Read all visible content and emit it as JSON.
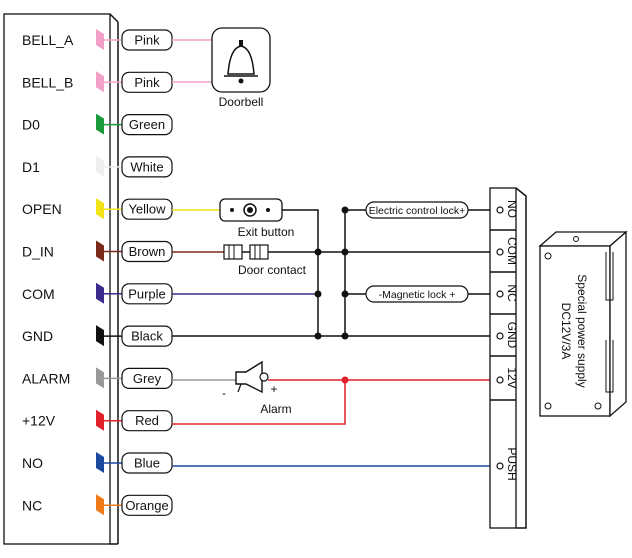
{
  "pins": [
    {
      "pin": "BELL_A",
      "wire": "Pink",
      "color": "#f2a0c8"
    },
    {
      "pin": "BELL_B",
      "wire": "Pink",
      "color": "#f2a0c8"
    },
    {
      "pin": "D0",
      "wire": "Green",
      "color": "#1a9a3a"
    },
    {
      "pin": "D1",
      "wire": "White",
      "color": "#eeeeee"
    },
    {
      "pin": "OPEN",
      "wire": "Yellow",
      "color": "#f2e21a"
    },
    {
      "pin": "D_IN",
      "wire": "Brown",
      "color": "#7a2a1a"
    },
    {
      "pin": "COM",
      "wire": "Purple",
      "color": "#3a2a8a"
    },
    {
      "pin": "GND",
      "wire": "Black",
      "color": "#111111"
    },
    {
      "pin": "ALARM",
      "wire": "Grey",
      "color": "#999999"
    },
    {
      "pin": "+12V",
      "wire": "Red",
      "color": "#e0202a"
    },
    {
      "pin": "NO",
      "wire": "Blue",
      "color": "#1a4aa0"
    },
    {
      "pin": "NC",
      "wire": "Orange",
      "color": "#f07a1a"
    }
  ],
  "labels": {
    "doorbell": "Doorbell",
    "exit_button": "Exit button",
    "door_contact": "Door contact",
    "alarm": "Alarm",
    "alarm_minus": "-",
    "alarm_plus": "+",
    "electric_lock": "Electric control lock+",
    "magnetic_lock": "-Magnetic lock +"
  },
  "terminals": [
    "NO",
    "COM",
    "NC",
    "GND",
    "12V",
    "PUSH"
  ],
  "power_supply": {
    "line1": "DC12V/3A",
    "line2": "Special power supply"
  }
}
